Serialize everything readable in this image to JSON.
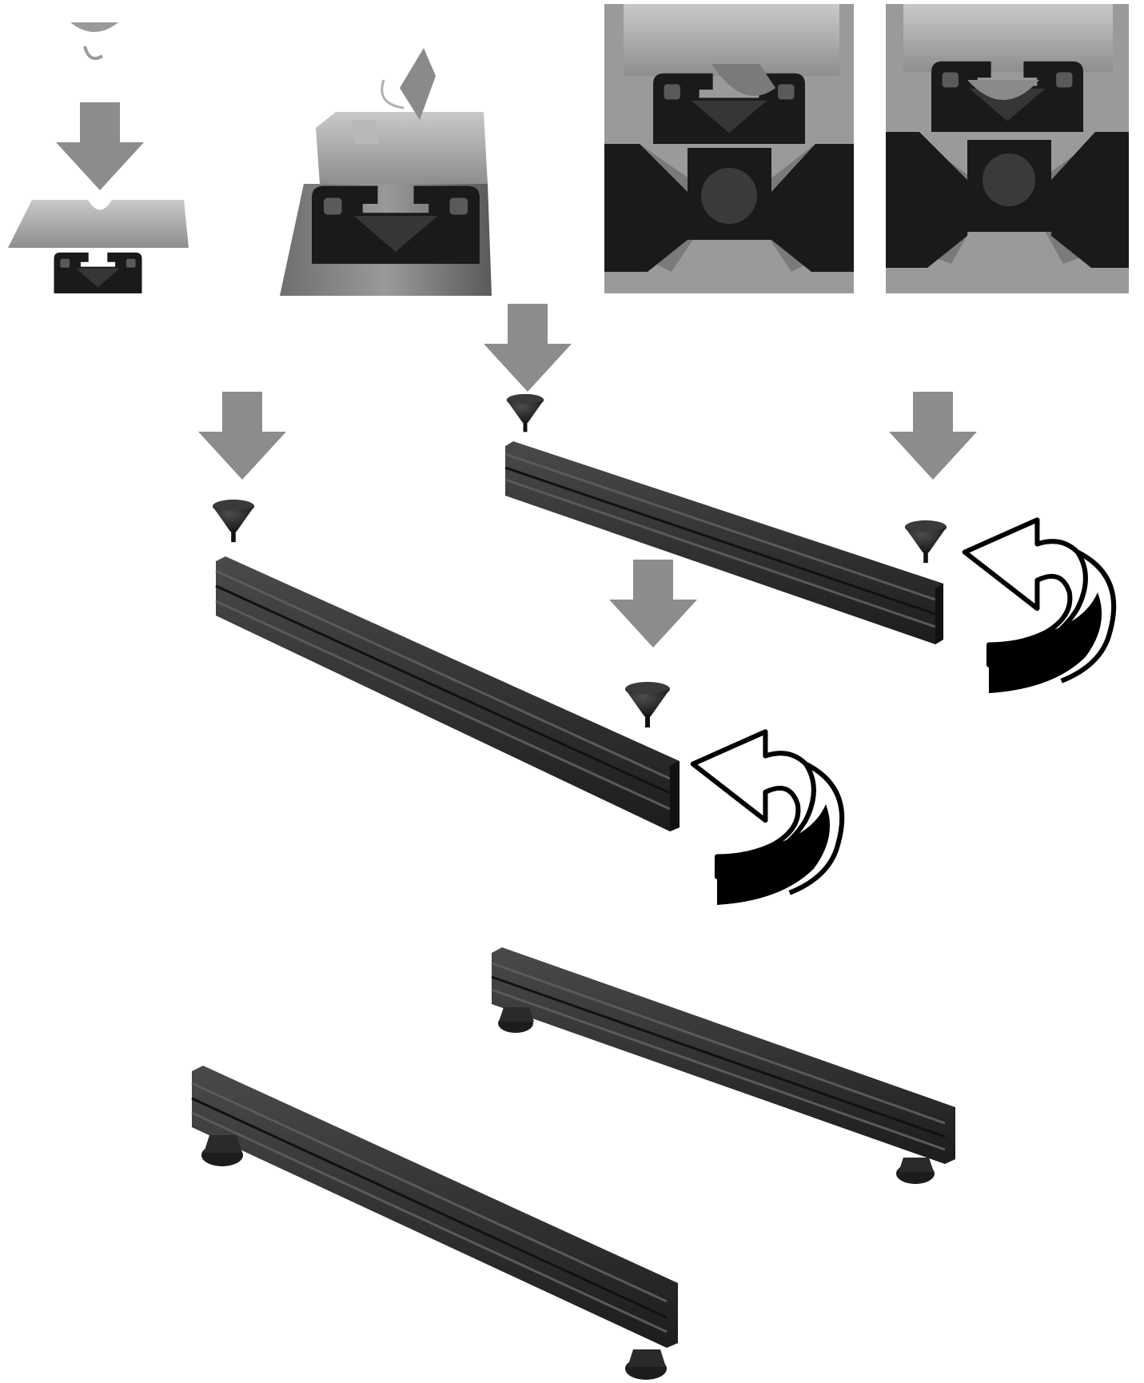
{
  "diagram": {
    "kind": "assembly-instructions",
    "labels": []
  },
  "palette": {
    "background": "#ffffff",
    "arrow": "#8c8c8c",
    "profile_dark": "#262626",
    "profile_mid": "#3a3a3a",
    "profile_light": "#555555",
    "profile_face": "#1a1a1a",
    "top_panel_grey": "#a8a8a8",
    "foot": "#1c1c1c",
    "rotate_outline": "#000000"
  },
  "steps": [
    {
      "id": "insert-tnut-detail-1",
      "icon": "tnut-drop-in-slot"
    },
    {
      "id": "insert-tnut-detail-2",
      "icon": "tnut-tilt-into-slot"
    },
    {
      "id": "insert-tnut-detail-3",
      "icon": "tnut-rotate-in-slot"
    },
    {
      "id": "insert-tnut-detail-4",
      "icon": "tnut-locked-in-slot"
    },
    {
      "id": "attach-feet",
      "icon": "screw-feet-into-profiles"
    },
    {
      "id": "result",
      "icon": "profiles-with-feet"
    }
  ]
}
